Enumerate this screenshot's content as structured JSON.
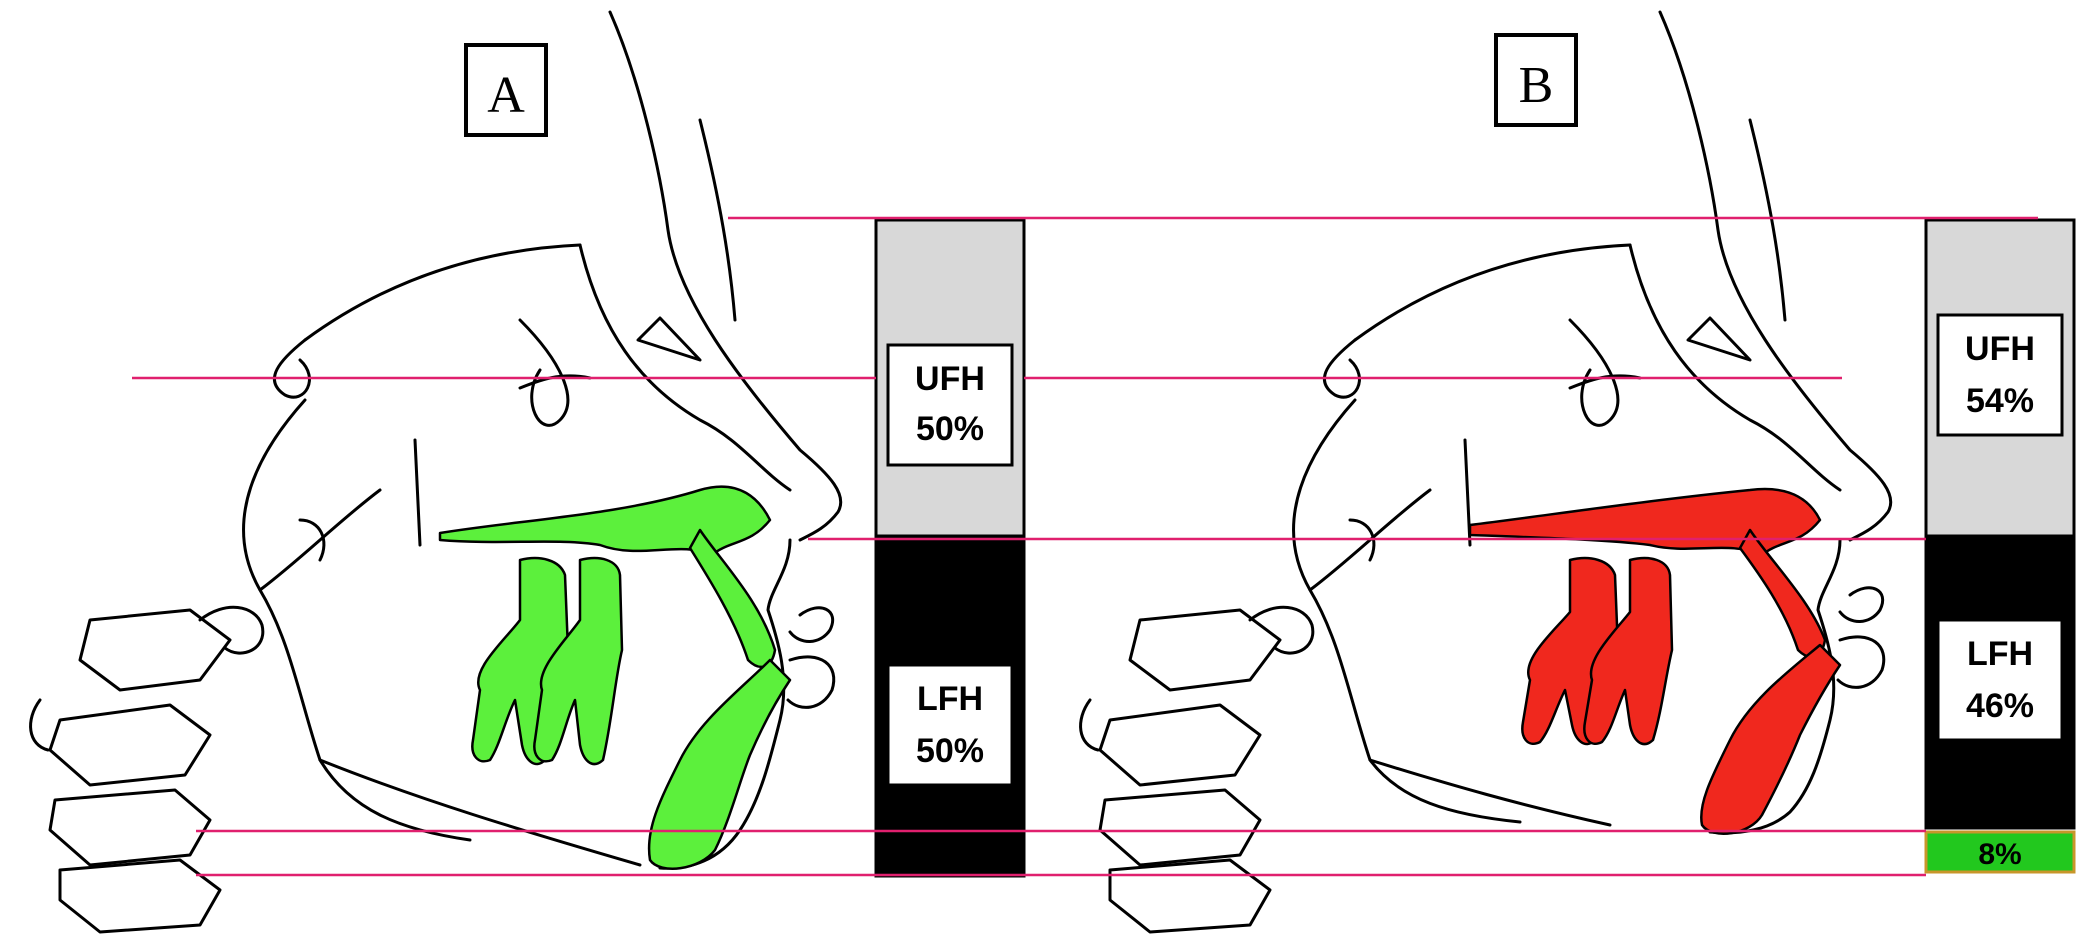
{
  "panels": [
    {
      "id": "A",
      "label": "A",
      "ufh": {
        "name": "UFH",
        "value": "50%"
      },
      "lfh": {
        "name": "LFH",
        "value": "50%"
      },
      "bone_color": "#5cf03c"
    },
    {
      "id": "B",
      "label": "B",
      "ufh": {
        "name": "UFH",
        "value": "54%"
      },
      "lfh": {
        "name": "LFH",
        "value": "46%"
      },
      "bone_color": "#f0281e",
      "difference": "8%"
    }
  ],
  "colors": {
    "reference_line": "#e0206e",
    "ufh_fill": "#d8d8d8",
    "lfh_fill": "#000000",
    "difference_fill": "#22c81e",
    "difference_border": "#c8962a",
    "outline": "#000000"
  }
}
